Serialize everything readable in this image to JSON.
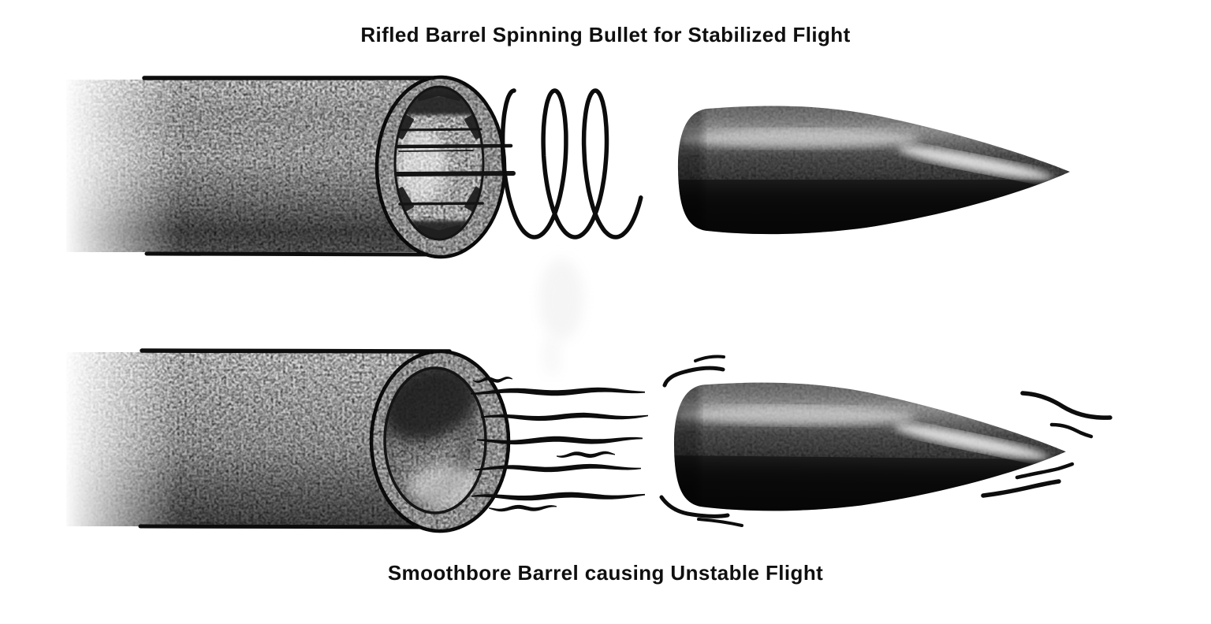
{
  "meta": {
    "background_color": "#ffffff",
    "ink_color": "#0d0d0d",
    "steel_gray": "#c9c9c9",
    "bullet_dark": "#121212"
  },
  "captions": {
    "top": "Rifled Barrel Spinning Bullet for Stabilized Flight",
    "bottom": "Smoothbore Barrel causing Unstable Flight"
  },
  "figures": {
    "top": {
      "label": "rifled-barrel-spinning-bullet",
      "parts": [
        "rifled-barrel",
        "rifled-muzzle-with-grooves",
        "spin-spiral",
        "stabilized-bullet"
      ]
    },
    "bottom": {
      "label": "smoothbore-barrel-unstable-bullet",
      "parts": [
        "smoothbore-barrel",
        "smooth-muzzle",
        "muzzle-blast-lines",
        "tumbling-bullet",
        "wobble-marks"
      ]
    }
  }
}
